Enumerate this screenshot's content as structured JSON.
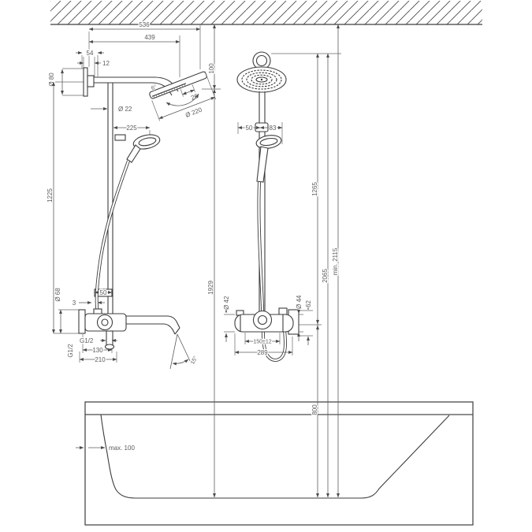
{
  "drawing": {
    "kind": "shower-system installation dimension drawing with bathtub",
    "colors": {
      "object_line": "#3d3d3d",
      "dimension_line": "#5c5c5c",
      "text": "#5c5c5c",
      "background": "#ffffff"
    }
  },
  "labels": {
    "top": {
      "w536": "536",
      "w439": "439",
      "w54": "54",
      "w12": "12"
    },
    "side": {
      "h100": "100",
      "dia80": "Ø 80",
      "dia22": "Ø 22",
      "w225": "225",
      "h1225": "1225",
      "w26": "26",
      "dia220": "Ø 220",
      "tilt": "6°",
      "dia68": "Ø 68",
      "off3": "3",
      "w50": "50",
      "g12_vertical": "G1/2",
      "g12_horizontal": "G1/2",
      "w130": "130",
      "w210": "210",
      "a15": "15°",
      "h1929": "1929"
    },
    "front": {
      "w50": "50",
      "w83": "83",
      "dia42": "Ø 42",
      "w150": "150±12",
      "w289": "289",
      "dia44": "Ø 44",
      "h62": "62",
      "h1265": "1265",
      "h2065": "2065",
      "hmin2115": "min. 2115",
      "h800": "800"
    },
    "tub": {
      "max100": "max. 100"
    }
  }
}
